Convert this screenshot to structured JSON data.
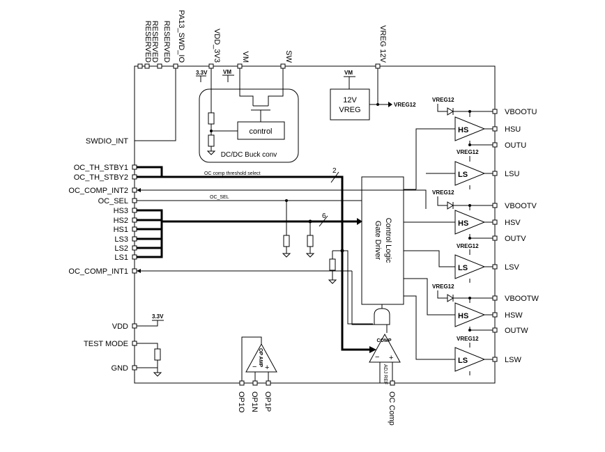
{
  "top_pins": {
    "reserved_1": "RESERVED",
    "reserved_2": "RESERVED",
    "reserved_3": "RESERVED",
    "swd_io": "PA13_SWD_IO",
    "vdd_3v3": "VDD_3V3",
    "vm": "VM",
    "sw": "SW",
    "vreg12": "VREG 12V"
  },
  "left_pins": {
    "swdio_int": "SWDIO_INT",
    "oc_th_stby1": "OC_TH_STBY1",
    "oc_th_stby2": "OC_TH_STBY2",
    "oc_comp_int2": "OC_COMP_INT2",
    "oc_sel": "OC_SEL",
    "hs3": "HS3",
    "hs2": "HS2",
    "hs1": "HS1",
    "ls3": "LS3",
    "ls2": "LS2",
    "ls1": "LS1",
    "oc_comp_int1": "OC_COMP_INT1",
    "vdd": "VDD",
    "test_mode": "TEST MODE",
    "gnd": "GND"
  },
  "right_pins": {
    "vbootu": "VBOOTU",
    "hsu": "HSU",
    "outu": "OUTU",
    "lsu": "LSU",
    "vbootv": "VBOOTV",
    "hsv": "HSV",
    "outv": "OUTV",
    "lsv": "LSV",
    "vbootw": "VBOOTW",
    "hsw": "HSW",
    "outw": "OUTW",
    "lsw": "LSW"
  },
  "bottom_pins": {
    "op1o": "OP1O",
    "op1n": "OP1N",
    "op1p": "OP1P",
    "oc_comp": "OC Comp"
  },
  "buck": {
    "v33": "3.3V",
    "vm": "VM",
    "control": "control",
    "title": "DC/DC Buck conv"
  },
  "vreg": {
    "vm": "VM",
    "line1": "12V",
    "line2": "VREG",
    "out": "VREG12"
  },
  "logic": {
    "line1": "Control Logic",
    "line2": "Gate Driver"
  },
  "signals": {
    "threshold": "OC comp threshold select",
    "bus_width_2": "2",
    "oc_sel": "OC_SEL",
    "bus_width_6": "6"
  },
  "drivers": {
    "hs": "HS",
    "ls": "LS",
    "vreg12": "VREG12"
  },
  "lower_left": {
    "v33": "3.3V"
  },
  "opamp": {
    "label": "OP AMP",
    "minus": "−",
    "plus": "+"
  },
  "comp": {
    "label": "COMP",
    "adj": "ADJ REF",
    "minus": "−",
    "plus": "+"
  }
}
